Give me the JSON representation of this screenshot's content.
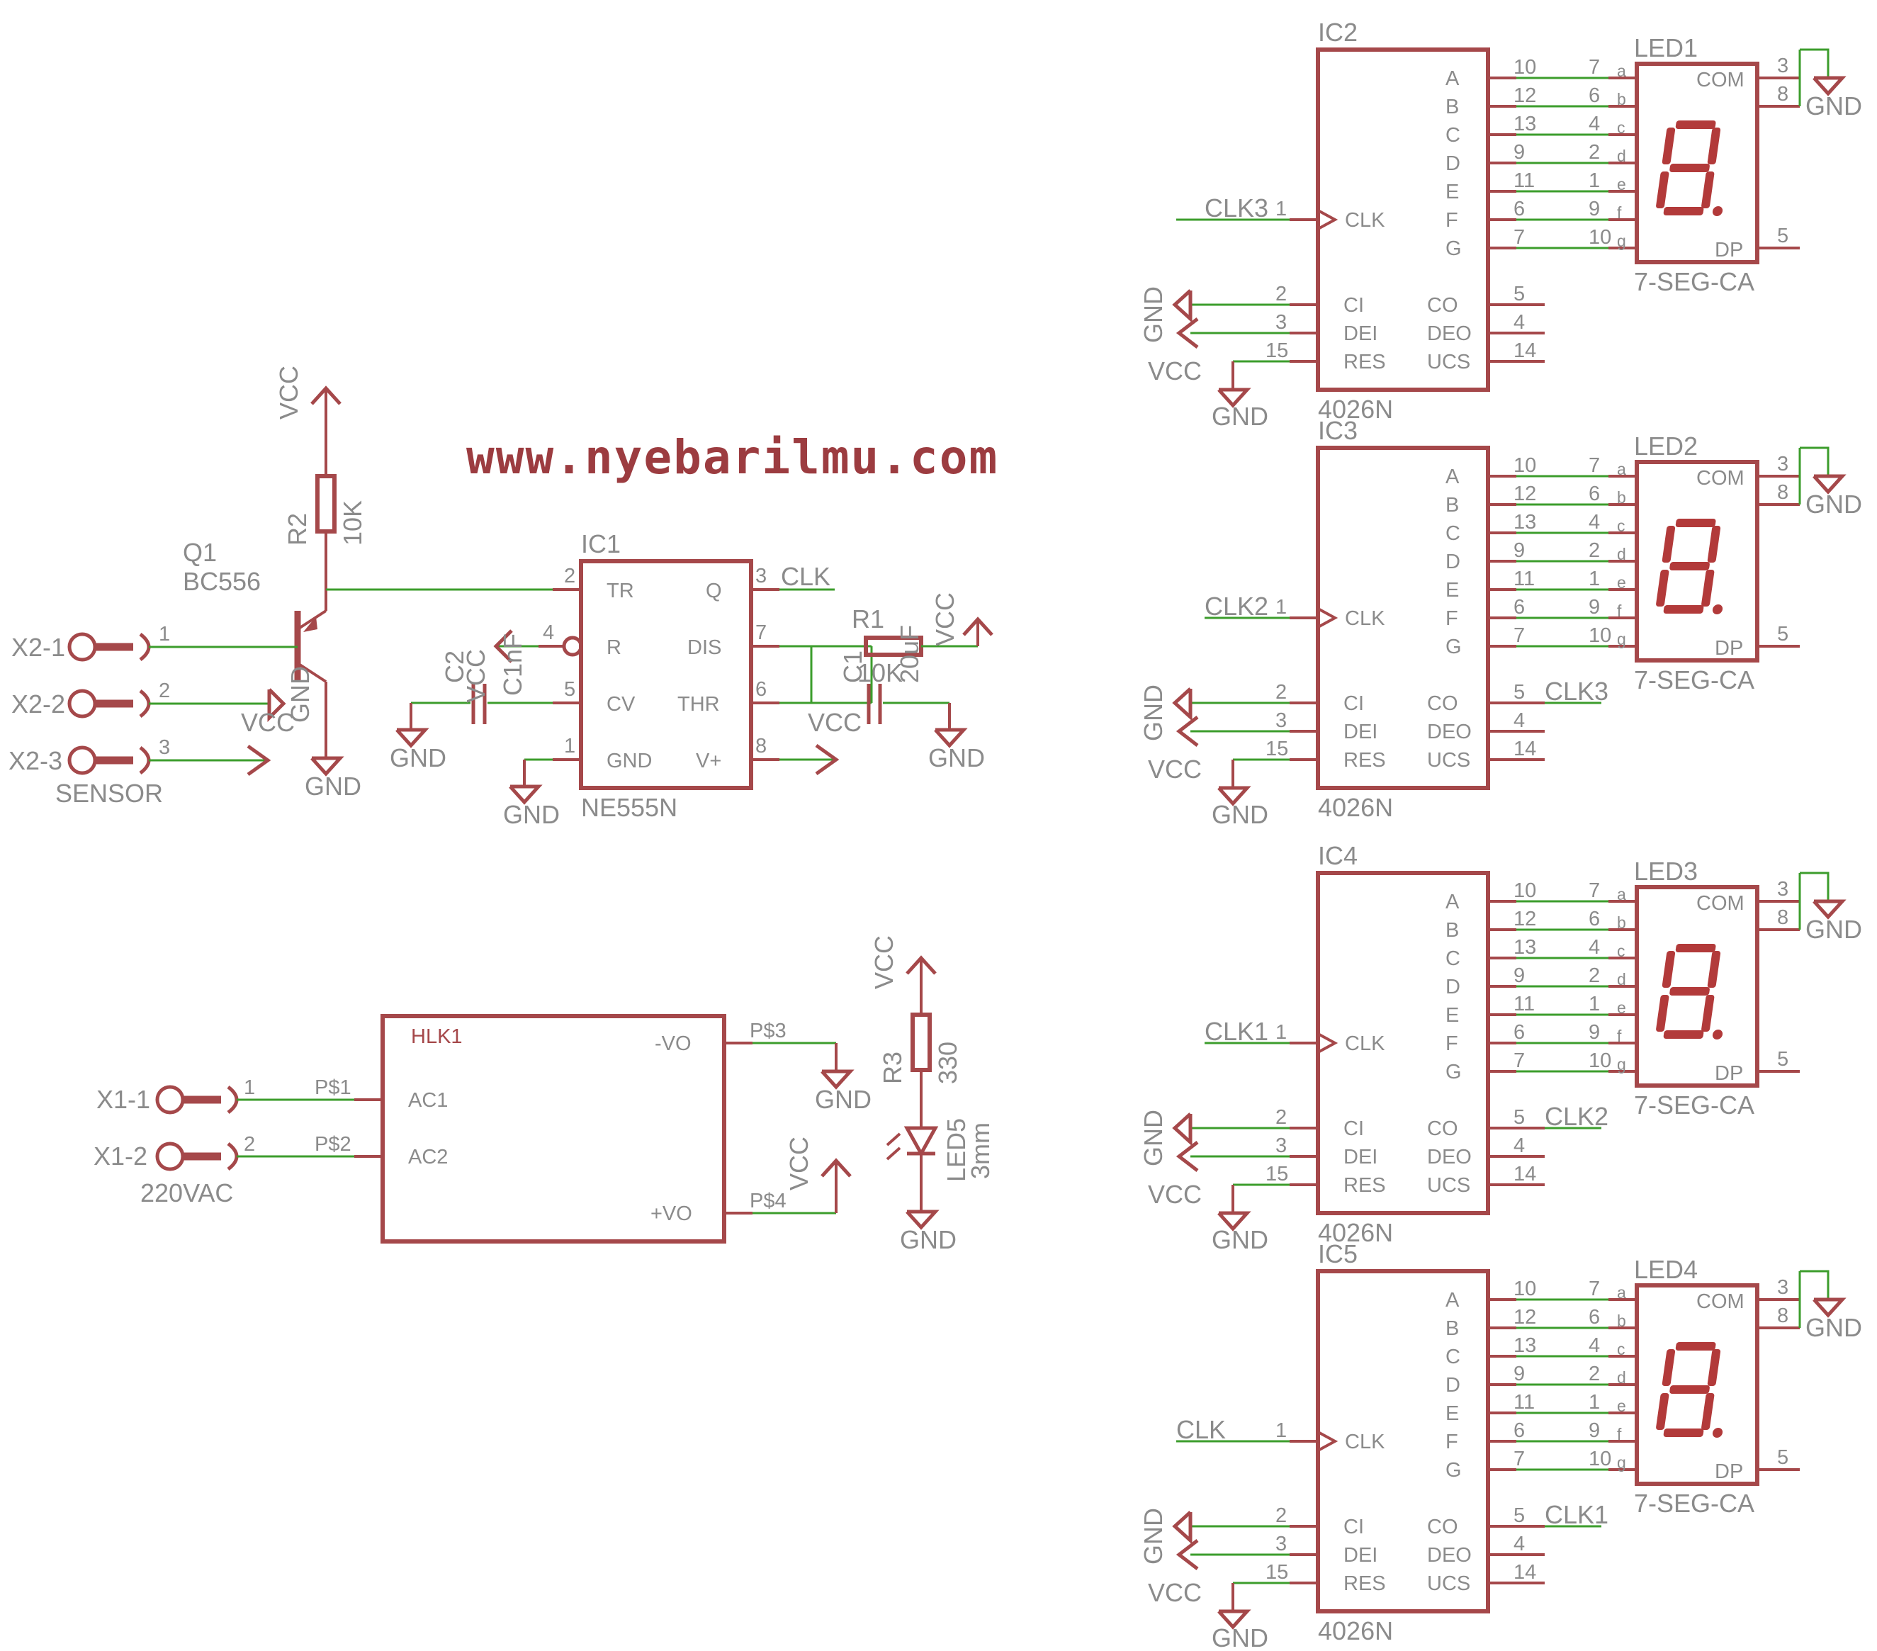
{
  "title": "www.nyebarilmu.com",
  "colors": {
    "body": "#a5484a",
    "wire": "#3c9d2c",
    "text": "#8b8b8b",
    "title": "#9c3c40"
  },
  "labels": {
    "vcc": "VCC",
    "gnd": "GND",
    "clk": "CLK",
    "clk1": "CLK1",
    "clk2": "CLK2",
    "clk3": "CLK3",
    "sensor": "SENSOR",
    "vac": "220VAC"
  },
  "ic1": {
    "name": "IC1",
    "part": "NE555N",
    "pins_left": [
      {
        "num": "2",
        "name": "TR"
      },
      {
        "num": "4",
        "name": "R"
      },
      {
        "num": "5",
        "name": "CV"
      },
      {
        "num": "1",
        "name": "GND"
      }
    ],
    "pins_right": [
      {
        "num": "3",
        "name": "Q"
      },
      {
        "num": "7",
        "name": "DIS"
      },
      {
        "num": "6",
        "name": "THR"
      },
      {
        "num": "8",
        "name": "V+"
      }
    ]
  },
  "q1": {
    "name": "Q1",
    "part": "BC556"
  },
  "r1": {
    "name": "R1",
    "value": "10K"
  },
  "r2": {
    "name": "R2",
    "value": "10K"
  },
  "r3": {
    "name": "R3",
    "value": "330"
  },
  "c1": {
    "name": "C1",
    "value": "20uF"
  },
  "c2": {
    "name": "C2",
    "value": "C1nF"
  },
  "led5": {
    "name": "LED5",
    "value": "3mm"
  },
  "x2": {
    "names": [
      "X2-1",
      "X2-2",
      "X2-3"
    ],
    "pins": [
      "1",
      "2",
      "3"
    ]
  },
  "x1": {
    "names": [
      "X1-1",
      "X1-2"
    ],
    "pins": [
      "1",
      "2"
    ]
  },
  "hlk": {
    "name": "HLK1",
    "pins": [
      {
        "num": "1",
        "pad": "P$1",
        "name": "AC1"
      },
      {
        "num": "2",
        "pad": "P$2",
        "name": "AC2"
      },
      {
        "pad": "P$3",
        "name": "-VO"
      },
      {
        "pad": "P$4",
        "name": "+VO"
      }
    ]
  },
  "counter": {
    "part": "4026N",
    "outputs": [
      "A",
      "B",
      "C",
      "D",
      "E",
      "F",
      "G"
    ],
    "output_pins": [
      "10",
      "12",
      "13",
      "9",
      "11",
      "6",
      "7"
    ],
    "clk_pin": "1",
    "clk_name": "CLK",
    "left_pins": [
      {
        "num": "2",
        "name": "CI"
      },
      {
        "num": "3",
        "name": "DEI"
      },
      {
        "num": "15",
        "name": "RES"
      }
    ],
    "right_pins": [
      {
        "num": "5",
        "name": "CO"
      },
      {
        "num": "4",
        "name": "DEO"
      },
      {
        "num": "14",
        "name": "UCS"
      }
    ]
  },
  "seg": {
    "part": "7-SEG-CA",
    "pins": [
      "7",
      "6",
      "4",
      "2",
      "1",
      "9",
      "10"
    ],
    "segs": [
      "a",
      "b",
      "c",
      "d",
      "e",
      "f",
      "g"
    ],
    "com": "COM",
    "com_pins": [
      "3",
      "8"
    ],
    "dp": "DP",
    "dp_pin": "5"
  },
  "stages": [
    {
      "ic": "IC2",
      "led": "LED1",
      "clk_in": "CLK3",
      "co_out": ""
    },
    {
      "ic": "IC3",
      "led": "LED2",
      "clk_in": "CLK2",
      "co_out": "CLK3"
    },
    {
      "ic": "IC4",
      "led": "LED3",
      "clk_in": "CLK1",
      "co_out": "CLK2"
    },
    {
      "ic": "IC5",
      "led": "LED4",
      "clk_in": "CLK",
      "co_out": "CLK1"
    }
  ]
}
